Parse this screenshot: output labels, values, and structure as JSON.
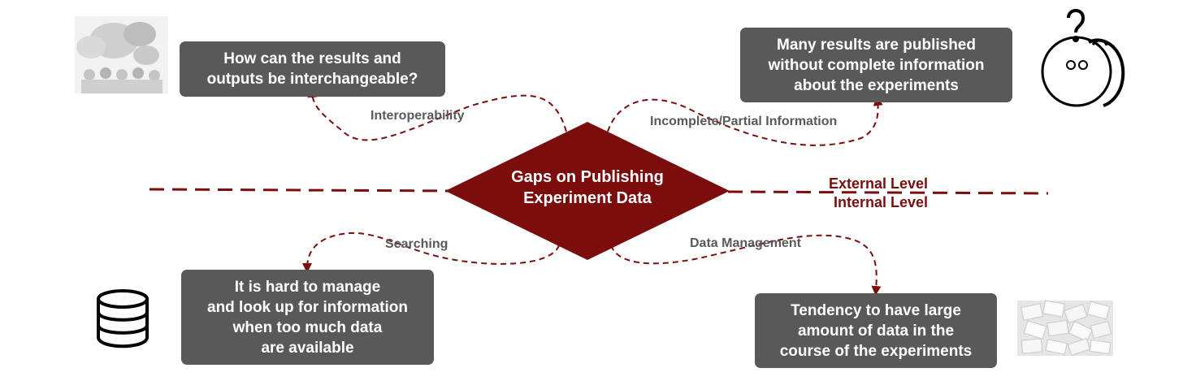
{
  "center": {
    "line1": "Gaps on Publishing",
    "line2": "Experiment Data"
  },
  "boxes": {
    "interop": [
      "How can the results and",
      "outputs be interchangeable?"
    ],
    "incomplete": [
      "Many results are published",
      "without complete information",
      "about the experiments"
    ],
    "searching": [
      "It is hard to manage",
      "and look up for information",
      "when too much data",
      "are available"
    ],
    "data_management": [
      "Tendency to have large",
      "amount of data in the",
      "course of the experiments"
    ]
  },
  "labels": {
    "interoperability": "Interoperability",
    "incomplete": "Incomplete/Partial Information",
    "searching": "Searching",
    "data_management": "Data Management"
  },
  "levels": {
    "external": "External Level",
    "internal": "Internal Level"
  },
  "colors": {
    "accent": "#7b0d0d",
    "box": "#595959",
    "label": "#595959"
  },
  "icons": {
    "top_left": "crowd-speech-bubbles-icon",
    "top_right": "confused-thinking-face-icon",
    "bottom_left": "database-icon",
    "bottom_right": "paper-pile-icon"
  }
}
